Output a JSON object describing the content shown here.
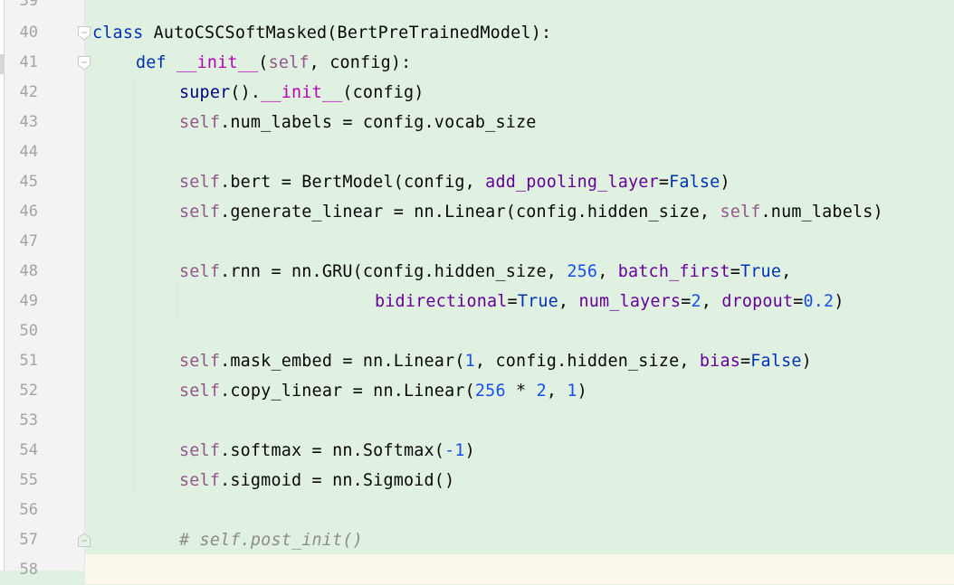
{
  "editor": {
    "highlight_color": "#e1f1e1",
    "current_line_color": "#fcf9ec",
    "gutter_color": "#f3f3f3",
    "lines": [
      {
        "number": "39",
        "code": ""
      },
      {
        "number": "40",
        "code": "class AutoCSCSoftMasked(BertPreTrainedModel):",
        "fold": "fold-open"
      },
      {
        "number": "41",
        "code": "    def __init__(self, config):",
        "fold": "fold-open"
      },
      {
        "number": "42",
        "code": "        super().__init__(config)"
      },
      {
        "number": "43",
        "code": "        self.num_labels = config.vocab_size"
      },
      {
        "number": "44",
        "code": ""
      },
      {
        "number": "45",
        "code": "        self.bert = BertModel(config, add_pooling_layer=False)"
      },
      {
        "number": "46",
        "code": "        self.generate_linear = nn.Linear(config.hidden_size, self.num_labels)"
      },
      {
        "number": "47",
        "code": ""
      },
      {
        "number": "48",
        "code": "        self.rnn = nn.GRU(config.hidden_size, 256, batch_first=True,"
      },
      {
        "number": "49",
        "code": "                          bidirectional=True, num_layers=2, dropout=0.2)"
      },
      {
        "number": "50",
        "code": ""
      },
      {
        "number": "51",
        "code": "        self.mask_embed = nn.Linear(1, config.hidden_size, bias=False)"
      },
      {
        "number": "52",
        "code": "        self.copy_linear = nn.Linear(256 * 2, 1)"
      },
      {
        "number": "53",
        "code": ""
      },
      {
        "number": "54",
        "code": "        self.softmax = nn.Softmax(-1)"
      },
      {
        "number": "55",
        "code": "        self.sigmoid = nn.Sigmoid()"
      },
      {
        "number": "56",
        "code": ""
      },
      {
        "number": "57",
        "code": "        # self.post_init()",
        "fold": "fold-end"
      },
      {
        "number": "58",
        "code": ""
      }
    ]
  },
  "tokens": {
    "l40": {
      "kw": "class",
      "name": " AutoCSCSoftMasked(BertPreTrainedModel):"
    },
    "l41": {
      "kw": "def",
      "magic": "__init__",
      "p1": "(",
      "self": "self",
      "rest": ", config):"
    },
    "l42": {
      "builtin": "super",
      "p1": "().",
      "magic": "__init__",
      "rest": "(config)"
    },
    "l43": {
      "self": "self",
      "rest": ".num_labels = config.vocab_size"
    },
    "l45": {
      "self": "self",
      "a": ".bert = BertModel(config, ",
      "param": "add_pooling_layer",
      "eq": "=",
      "kw": "False",
      "end": ")"
    },
    "l46": {
      "self": "self",
      "a": ".generate_linear = nn.Linear(config.hidden_size, ",
      "self2": "self",
      "end": ".num_labels)"
    },
    "l48": {
      "self": "self",
      "a": ".rnn = nn.GRU(config.hidden_size, ",
      "num": "256",
      "b": ", ",
      "param": "batch_first",
      "eq": "=",
      "kw": "True",
      "end": ","
    },
    "l49": {
      "param1": "bidirectional",
      "eq1": "=",
      "kw1": "True",
      "c1": ", ",
      "param2": "num_layers",
      "eq2": "=",
      "num2": "2",
      "c2": ", ",
      "param3": "dropout",
      "eq3": "=",
      "num3": "0.2",
      "end": ")"
    },
    "l51": {
      "self": "self",
      "a": ".mask_embed = nn.Linear(",
      "num": "1",
      "b": ", config.hidden_size, ",
      "param": "bias",
      "eq": "=",
      "kw": "False",
      "end": ")"
    },
    "l52": {
      "self": "self",
      "a": ".copy_linear = nn.Linear(",
      "num1": "256",
      "b": " * ",
      "num2": "2",
      "c": ", ",
      "num3": "1",
      "end": ")"
    },
    "l54": {
      "self": "self",
      "a": ".softmax = nn.Softmax(",
      "num": "-1",
      "end": ")"
    },
    "l55": {
      "self": "self",
      "a": ".sigmoid = nn.Sigmoid()"
    },
    "l57": {
      "comment": "# self.post_init()"
    }
  }
}
